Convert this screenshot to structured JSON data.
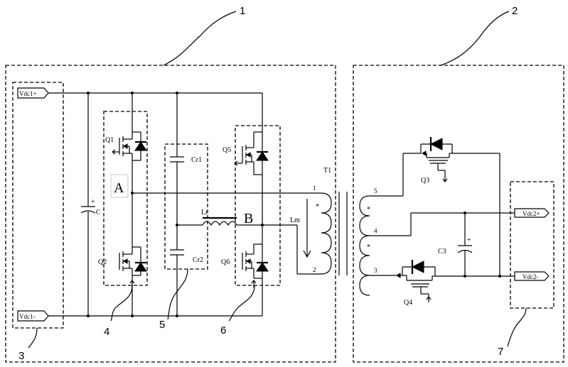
{
  "callouts": {
    "n1": "1",
    "n2": "2",
    "n3": "3",
    "n4": "4",
    "n5": "5",
    "n6": "6",
    "n7": "7"
  },
  "ports": {
    "vdc1_pos": "Vdc1+",
    "vdc1_neg": "Vdc1-",
    "vdc2_pos": "Vdc2+",
    "vdc2_neg": "Vdc2-"
  },
  "components": {
    "q1": "Q1",
    "q2": "Q2",
    "q3": "Q3",
    "q4": "Q4",
    "q5": "Q5",
    "q6": "Q6",
    "c": "C",
    "cr1": "Cr1",
    "cr2": "Cr2",
    "lr": "Lr",
    "lm": "Lm",
    "t1": "T1",
    "c3": "C3"
  },
  "nodes": {
    "a": "A",
    "b": "B"
  },
  "transformer_terminals": {
    "p1": "1",
    "p2": "2",
    "s3": "3",
    "s4": "4",
    "s5": "5",
    "dot_primary": "*",
    "dot_sec_top": "*",
    "dot_sec_bottom": "*"
  },
  "polarity": {
    "c_plus": "+",
    "c3_plus": "+"
  }
}
